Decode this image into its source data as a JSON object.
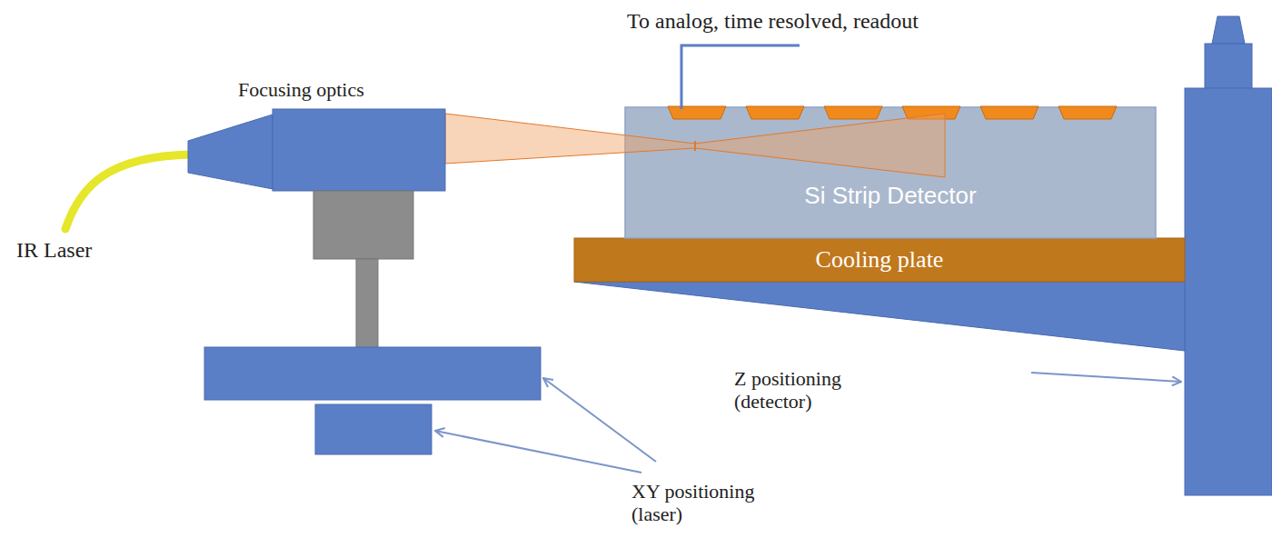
{
  "diagram": {
    "nodes": [
      {
        "text": [
          "Si Strip Detector"
        ]
      },
      {
        "text": [
          "Cooling plate"
        ]
      }
    ],
    "labels": [
      "To analog, time resolved, readout",
      "Focusing optics",
      "IR Laser",
      "Z positioning (detector)",
      "XY positioning (laser)"
    ]
  }
}
